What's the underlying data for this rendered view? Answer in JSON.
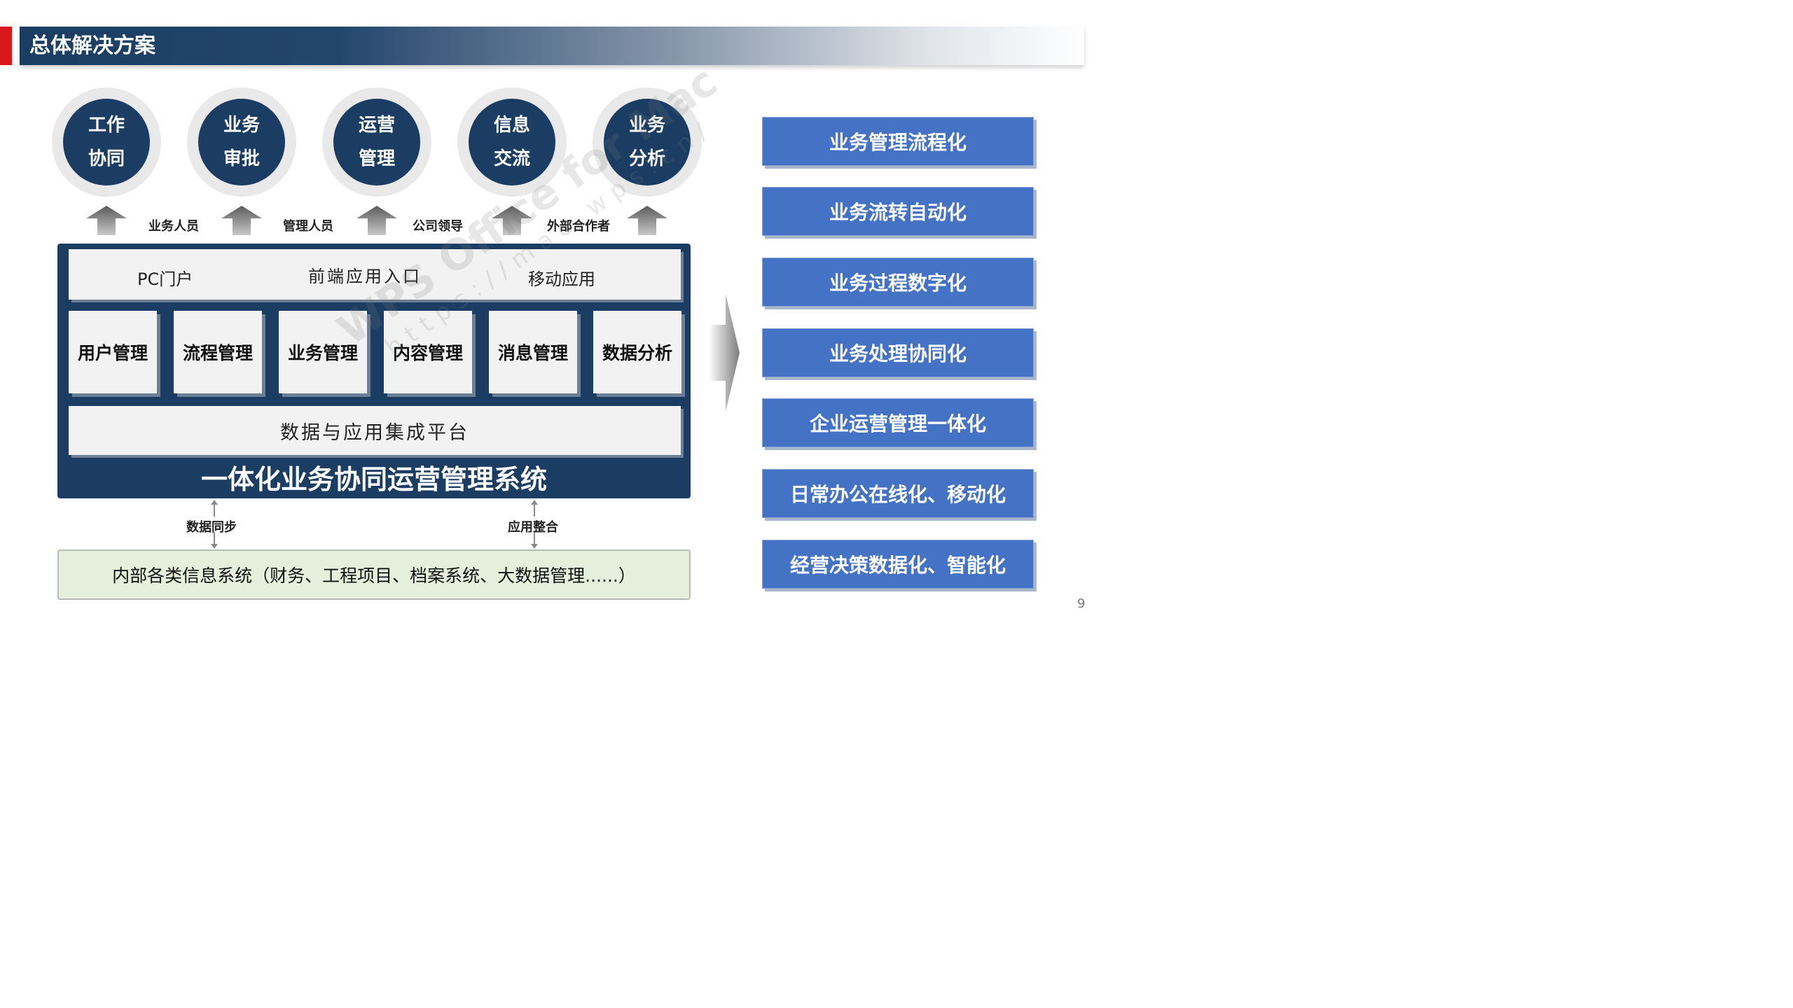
{
  "header": {
    "title": "总体解决方案"
  },
  "circles": [
    {
      "line1": "工作",
      "line2": "协同"
    },
    {
      "line1": "业务",
      "line2": "审批"
    },
    {
      "line1": "运营",
      "line2": "管理"
    },
    {
      "line1": "信息",
      "line2": "交流"
    },
    {
      "line1": "业务",
      "line2": "分析"
    }
  ],
  "roles": [
    "业务人员",
    "管理人员",
    "公司领导",
    "外部合作者"
  ],
  "entry": {
    "pc": "PC门户",
    "front": "前端应用入口",
    "mobile": "移动应用"
  },
  "modules": [
    "用户管理",
    "流程管理",
    "业务管理",
    "内容管理",
    "消息管理",
    "数据分析"
  ],
  "platform": "数据与应用集成平台",
  "system_title": "一体化业务协同运营管理系统",
  "sync": {
    "left": "数据同步",
    "right": "应用整合"
  },
  "internal": "内部各类信息系统（财务、工程项目、档案系统、大数据管理......）",
  "benefits": [
    "业务管理流程化",
    "业务流转自动化",
    "业务过程数字化",
    "业务处理协同化",
    "企业运营管理一体化",
    "日常办公在线化、移动化",
    "经营决策数据化、智能化"
  ],
  "watermark": {
    "line1": "WPS Office for Mac",
    "line2": "https://mac.wps.cn/"
  },
  "page_number": "9",
  "colors": {
    "navy": "#1c3d63",
    "accent_red": "#d7191c",
    "benefit_blue": "#4472c4",
    "internal_green": "#e6efdb"
  }
}
